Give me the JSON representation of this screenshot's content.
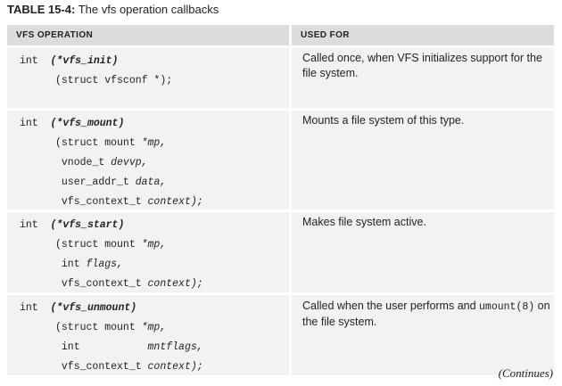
{
  "caption": {
    "label": "TABLE 15-4:",
    "title": "The vfs operation callbacks"
  },
  "headers": {
    "op": "VFS OPERATION",
    "used": "USED FOR"
  },
  "rows": [
    {
      "ret": "int",
      "fn": "(*vfs_init)",
      "args": [
        {
          "type": "(struct vfsconf *);",
          "name": ""
        }
      ],
      "used_pre": "Called once, when VFS initializes support for the file system.",
      "used_code": "",
      "used_post": ""
    },
    {
      "ret": "int",
      "fn": "(*vfs_mount)",
      "args": [
        {
          "type": "(struct mount ",
          "name": "*mp,"
        },
        {
          "type": "vnode_t ",
          "name": "devvp,"
        },
        {
          "type": "user_addr_t ",
          "name": "data,"
        },
        {
          "type": "vfs_context_t ",
          "name": "context);"
        }
      ],
      "used_pre": "Mounts a file system of this type.",
      "used_code": "",
      "used_post": ""
    },
    {
      "ret": "int",
      "fn": "(*vfs_start)",
      "args": [
        {
          "type": "(struct mount ",
          "name": "*mp,"
        },
        {
          "type": "int ",
          "name": "flags,"
        },
        {
          "type": "vfs_context_t ",
          "name": "context);"
        }
      ],
      "used_pre": "Makes file system active.",
      "used_code": "",
      "used_post": ""
    },
    {
      "ret": "int",
      "fn": "(*vfs_unmount)",
      "args": [
        {
          "type": "(struct mount ",
          "name": "*mp,"
        },
        {
          "type": "int           ",
          "name": "mntflags,"
        },
        {
          "type": "vfs_context_t ",
          "name": "context);"
        }
      ],
      "used_pre": "Called when the user performs and ",
      "used_code": "umount(8)",
      "used_post": " on the file system."
    }
  ],
  "continues": "(Continues)"
}
